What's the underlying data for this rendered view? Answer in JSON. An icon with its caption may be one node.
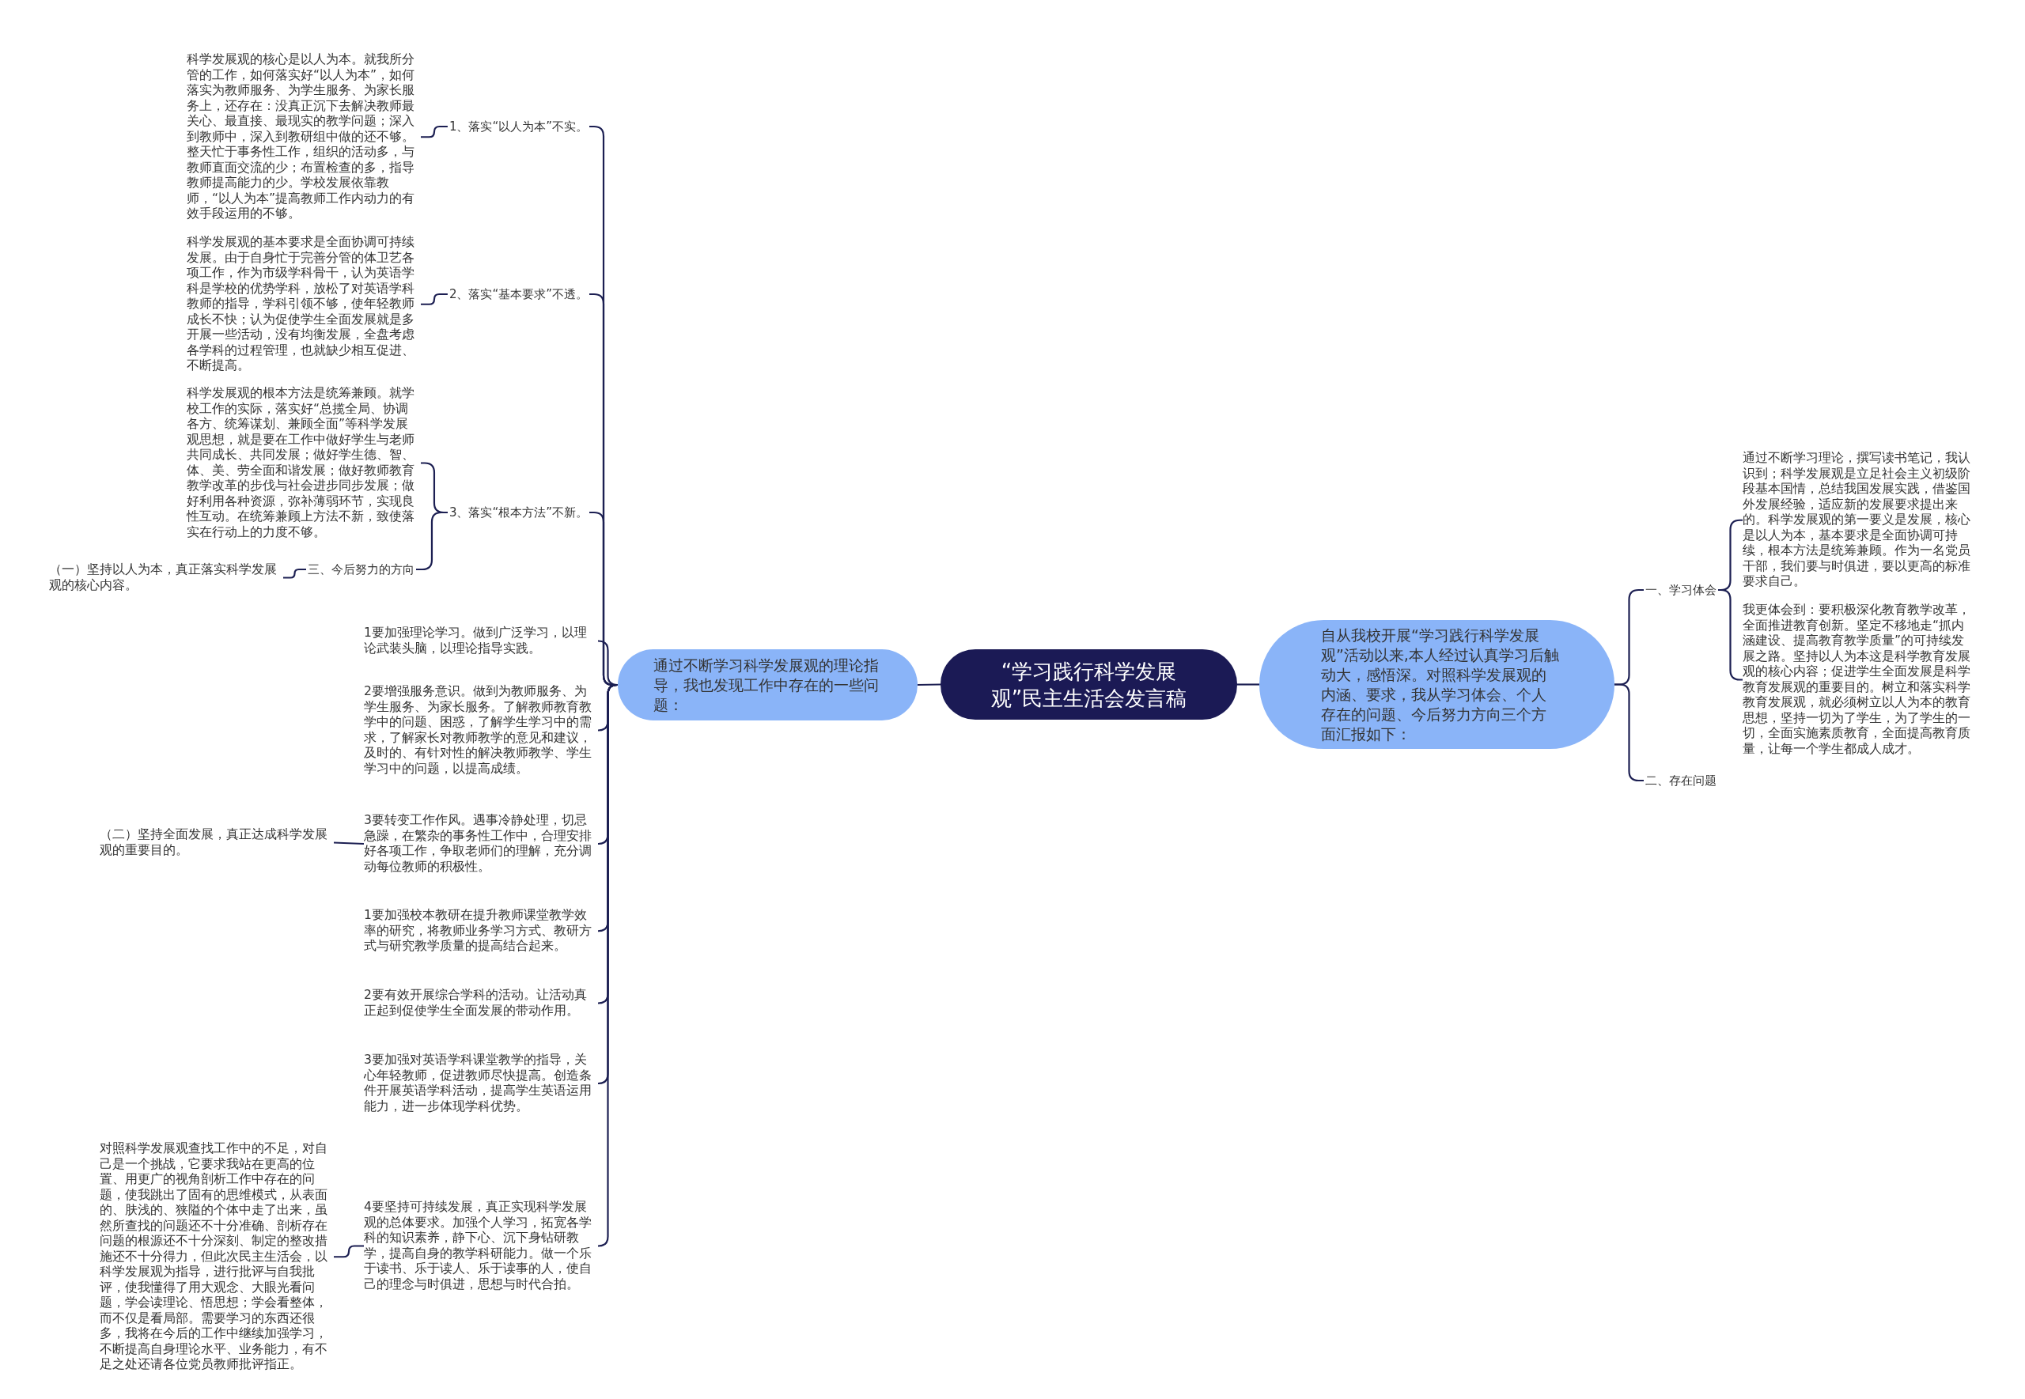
{
  "diagram": {
    "nodes": [
      {
        "text": [
          "“学习践行科学发展观”民主生活会发言稿"
        ]
      },
      {
        "text": [
          "自从我校开展“学习践行科学发展观”活动以来,本人经过认真学习后触动大，感悟深。对照科学发展观的内涵、要求，我从学习体会、个人存在的问题、今后努力方向三个方面汇报如下："
        ]
      },
      {
        "text": [
          "一、学习体会"
        ]
      },
      {
        "text": [
          "通过不断学习理论，撰写读书笔记，我认识到；科学发展观是立足社会主义初级阶段基本国情，总结我国发展实践，借鉴国外发展经验，适应新的发展要求提出来的。科学发展观的第一要义是发展，核心是以人为本，基本要求是全面协调可持续，根本方法是统筹兼顾。作为一名党员干部，我们要与时俱进，要以更高的标准要求自己。"
        ]
      },
      {
        "text": [
          "我更体会到：要积极深化教育教学改革，全面推进教育创新。坚定不移地走“抓内涵建设、提高教育教学质量”的可持续发展之路。坚持以人为本这是科学教育发展观的核心内容；促进学生全面发展是科学教育发展观的重要目的。树立和落实科学教育发展观，就必须树立以人为本的教育思想，坚持一切为了学生，为了学生的一切，全面实施素质教育，全面提高教育质量，让每一个学生都成人成才。"
        ]
      },
      {
        "text": [
          "二、存在问题"
        ]
      },
      {
        "text": [
          "通过不断学习科学发展观的理论指导，我也发现工作中存在的一些问题："
        ]
      },
      {
        "text": [
          "1、落实“以人为本”不实。"
        ]
      },
      {
        "text": [
          "科学发展观的核心是以人为本。就我所分管的工作，如何落实好“以人为本”，如何落实为教师服务、为学生服务、为家长服务上，还存在：没真正沉下去解决教师最关心、最直接、最现实的教学问题；深入到教师中，深入到教研组中做的还不够。整天忙于事务性工作，组织的活动多，与教师直面交流的少；布置检查的多，指导教师提高能力的少。学校发展依靠教师，“以人为本”提高教师工作内动力的有效手段运用的不够。"
        ]
      },
      {
        "text": [
          "2、落实“基本要求”不透。"
        ]
      },
      {
        "text": [
          "科学发展观的基本要求是全面协调可持续发展。由于自身忙于完善分管的体卫艺各项工作，作为市级学科骨干，认为英语学科是学校的优势学科，放松了对英语学科教师的指导，学科引领不够，使年轻教师成长不快；认为促使学生全面发展就是多开展一些活动，没有均衡发展，全盘考虑各学科的过程管理，也就缺少相互促进、不断提高。"
        ]
      },
      {
        "text": [
          "3、落实“根本方法”不新。"
        ]
      },
      {
        "text": [
          "科学发展观的根本方法是统筹兼顾。就学校工作的实际，落实好“总揽全局、协调各方、统筹谋划、兼顾全面”等科学发展观思想，就是要在工作中做好学生与老师共同成长、共同发展；做好学生德、智、体、美、劳全面和谐发展；做好教师教育教学改革的步伐与社会进步同步发展；做好利用各种资源，弥补薄弱环节，实现良性互动。在统筹兼顾上方法不新，致使落实在行动上的力度不够。"
        ]
      },
      {
        "text": [
          "三、今后努力的方向"
        ]
      },
      {
        "text": [
          "（一）坚持以人为本，真正落实科学发展观的核心内容。"
        ]
      },
      {
        "text": [
          "1要加强理论学习。做到广泛学习，以理论武装头脑，以理论指导实践。"
        ]
      },
      {
        "text": [
          "2要增强服务意识。做到为教师服务、为学生服务、为家长服务。了解教师教育教学中的问题、困惑，了解学生学习中的需求，了解家长对教师教学的意见和建议，及时的、有针对性的解决教师教学、学生学习中的问题，以提高成绩。"
        ]
      },
      {
        "text": [
          "3要转变工作作风。遇事冷静处理，切忌急躁，在繁杂的事务性工作中，合理安排好各项工作，争取老师们的理解，充分调动每位教师的积极性。"
        ]
      },
      {
        "text": [
          "（二）坚持全面发展，真正达成科学发展观的重要目的。"
        ]
      },
      {
        "text": [
          "1要加强校本教研在提升教师课堂教学效率的研究，将教师业务学习方式、教研方式与研究教学质量的提高结合起来。"
        ]
      },
      {
        "text": [
          "2要有效开展综合学科的活动。让活动真正起到促使学生全面发展的带动作用。"
        ]
      },
      {
        "text": [
          "3要加强对英语学科课堂教学的指导，关心年轻教师，促进教师尽快提高。创造条件开展英语学科活动，提高学生英语运用能力，进一步体现学科优势。"
        ]
      },
      {
        "text": [
          "4要坚持可持续发展，真正实现科学发展观的总体要求。加强个人学习，拓宽各学科的知识素养，静下心、沉下身钻研教学，提高自身的教学科研能力。做一个乐于读书、乐于读人、乐于读事的人，使自己的理念与时俱进，思想与时代合拍。"
        ]
      },
      {
        "text": [
          "对照科学发展观查找工作中的不足，对自己是一个挑战，它要求我站在更高的位置、用更广的视角剖析工作中存在的问题，使我跳出了固有的思维模式，从表面的、肤浅的、狭隘的个体中走了出来，虽然所查找的问题还不十分准确、剖析存在问题的根源还不十分深刻、制定的整改措施还不十分得力，但此次民主生活会，以科学发展观为指导，进行批评与自我批评，使我懂得了用大观念、大眼光看问题，学会读理论、悟思想；学会看整体，而不仅是看局部。需要学习的东西还很多，我将在今后的工作中继续加强学习，不断提高自身理论水平、业务能力，有不足之处还请各位党员教师批评指正。"
        ]
      }
    ],
    "edges": [
      {
        "from": 0,
        "to": 1,
        "arrow": "none"
      },
      {
        "from": 1,
        "to": 2,
        "arrow": "none"
      },
      {
        "from": 2,
        "to": 3,
        "arrow": "none"
      },
      {
        "from": 2,
        "to": 4,
        "arrow": "none"
      },
      {
        "from": 1,
        "to": 5,
        "arrow": "none"
      },
      {
        "from": 0,
        "to": 6,
        "arrow": "none"
      },
      {
        "from": 6,
        "to": 7,
        "arrow": "none"
      },
      {
        "from": 7,
        "to": 8,
        "arrow": "none"
      },
      {
        "from": 6,
        "to": 9,
        "arrow": "none"
      },
      {
        "from": 9,
        "to": 10,
        "arrow": "none"
      },
      {
        "from": 6,
        "to": 11,
        "arrow": "none"
      },
      {
        "from": 11,
        "to": 12,
        "arrow": "none"
      },
      {
        "from": 11,
        "to": 13,
        "arrow": "none"
      },
      {
        "from": 13,
        "to": 14,
        "arrow": "none"
      },
      {
        "from": 6,
        "to": 15,
        "arrow": "none"
      },
      {
        "from": 6,
        "to": 16,
        "arrow": "none"
      },
      {
        "from": 6,
        "to": 17,
        "arrow": "none"
      },
      {
        "from": 17,
        "to": 18,
        "arrow": "none"
      },
      {
        "from": 6,
        "to": 19,
        "arrow": "none"
      },
      {
        "from": 6,
        "to": 20,
        "arrow": "none"
      },
      {
        "from": 6,
        "to": 21,
        "arrow": "none"
      },
      {
        "from": 6,
        "to": 22,
        "arrow": "none"
      },
      {
        "from": 22,
        "to": 23,
        "arrow": "none"
      }
    ]
  }
}
